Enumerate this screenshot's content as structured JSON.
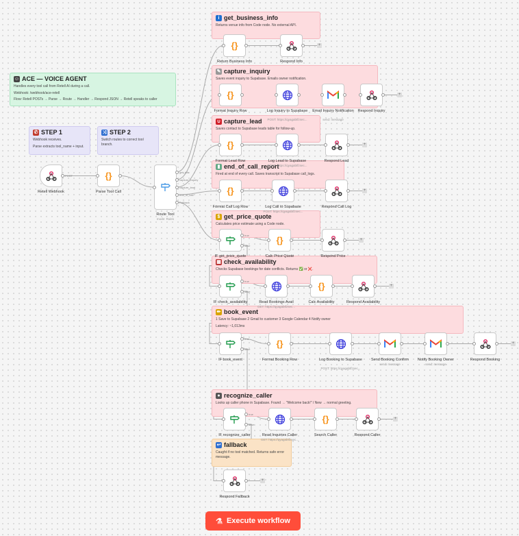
{
  "stickies": [
    {
      "id": "ace",
      "title": "ACE — VOICE AGENT",
      "icon": "robot-icon",
      "color": "green",
      "lines": [
        "Handles every tool call from Retell AI during a call.",
        "Webhook: /webhook/ace-retell",
        "Flow: Retell POSTs → Parse → Route → Handler → Respond JSON → Retell speaks to caller"
      ]
    },
    {
      "id": "step1",
      "title": "STEP 1",
      "icon": "phone-icon",
      "color": "lav",
      "lines": [
        "Webhook receives.",
        "Parse extracts tool_name + input."
      ]
    },
    {
      "id": "step2",
      "title": "STEP 2",
      "icon": "shuffle-icon",
      "color": "lav",
      "lines": [
        "Switch routes to correct tool branch."
      ]
    },
    {
      "id": "gbi",
      "title": "get_business_info",
      "icon": "info-icon",
      "color": "pink",
      "lines": [
        "Returns venue info from Code node. No external API."
      ]
    },
    {
      "id": "ci",
      "title": "capture_inquiry",
      "icon": "memo-icon",
      "color": "pink",
      "lines": [
        "Saves event inquiry to Supabase. Emails owner notification."
      ]
    },
    {
      "id": "cl",
      "title": "capture_lead",
      "icon": "magnet-icon",
      "color": "pink",
      "lines": [
        "Saves contact to Supabase leads table for follow-up."
      ]
    },
    {
      "id": "eoc",
      "title": "end_of_call_report",
      "icon": "chart-icon",
      "color": "pink",
      "lines": [
        "Fired at end of every call. Saves transcript to Supabase call_logs."
      ]
    },
    {
      "id": "gpq",
      "title": "get_price_quote",
      "icon": "money-bag-icon",
      "color": "pink",
      "lines": [
        "Calculates price estimate using a Code node."
      ]
    },
    {
      "id": "ca",
      "title": "check_availability",
      "icon": "calendar-icon",
      "color": "pink",
      "lines": [
        "Checks Supabase bookings for date conflicts. Returns ✅ or ❌."
      ]
    },
    {
      "id": "be",
      "title": "book_event",
      "icon": "pencil-icon",
      "color": "pink",
      "lines": [
        "1 Save to Supabase  2 Gmail to customer  3 Google Calendar  4 Notify owner",
        "Latency: ~1,013ms"
      ]
    },
    {
      "id": "rc",
      "title": "recognize_caller",
      "icon": "person-icon",
      "color": "pink",
      "lines": [
        "Looks up caller phone in Supabase. Found → \"Welcome back!\" / New → normal greeting."
      ]
    },
    {
      "id": "fb",
      "title": "fallback",
      "icon": "return-icon",
      "color": "orange",
      "lines": [
        "Caught if no tool matched. Returns safe error message."
      ]
    }
  ],
  "nodes": [
    {
      "id": "webhook",
      "label": "Retell Webhook",
      "type": "webhook"
    },
    {
      "id": "parse",
      "label": "Parse Tool Call",
      "type": "code"
    },
    {
      "id": "router",
      "label": "Route Tool",
      "sub": "mode: Rules",
      "type": "switch"
    },
    {
      "id": "rbi",
      "label": "Return Business Info",
      "type": "code"
    },
    {
      "id": "rinfo",
      "label": "Respond Info",
      "type": "respond"
    },
    {
      "id": "fir",
      "label": "Format Inquiry Row",
      "type": "code"
    },
    {
      "id": "lis",
      "label": "Log Inquiry to Supabase",
      "sub": "POST: https://qyagabtfzsec...",
      "type": "http"
    },
    {
      "id": "ein",
      "label": "Email Inquiry Notification",
      "sub": "send: message",
      "type": "gmail"
    },
    {
      "id": "rinq",
      "label": "Respond Inquiry",
      "type": "respond"
    },
    {
      "id": "flr",
      "label": "Format Lead Row",
      "type": "code"
    },
    {
      "id": "lls",
      "label": "Log Lead to Supabase",
      "sub": "POST: https://qyagabtfzsec...",
      "type": "http"
    },
    {
      "id": "rlead",
      "label": "Respond Lead",
      "type": "respond"
    },
    {
      "id": "fclr",
      "label": "Format Call Log Row",
      "type": "code"
    },
    {
      "id": "lcs",
      "label": "Log Call to Supabase",
      "sub": "POST: https://qyagabtfzsec...",
      "type": "http"
    },
    {
      "id": "rcl",
      "label": "Respond Call Log",
      "type": "respond"
    },
    {
      "id": "ifgpq",
      "label": "IF get_price_quote",
      "type": "if"
    },
    {
      "id": "cpq",
      "label": "Calc Price Quote",
      "type": "code"
    },
    {
      "id": "rprice",
      "label": "Respond Price",
      "type": "respond"
    },
    {
      "id": "ifca",
      "label": "IF check_availability",
      "type": "if"
    },
    {
      "id": "rba",
      "label": "Read Bookings Avail",
      "sub": "GET: https://qyagabtfzsec...",
      "type": "http"
    },
    {
      "id": "cavail",
      "label": "Calc Availability",
      "type": "code"
    },
    {
      "id": "ravail",
      "label": "Respond Availability",
      "type": "respond"
    },
    {
      "id": "ifbe",
      "label": "IF book_event",
      "type": "if"
    },
    {
      "id": "fbr",
      "label": "Format Booking Row",
      "type": "code"
    },
    {
      "id": "lbs",
      "label": "Log Booking to Supabase",
      "sub": "POST: https://qyagabtfzsec...",
      "type": "http"
    },
    {
      "id": "sbc",
      "label": "Send Booking Confirm",
      "sub": "send: message",
      "type": "gmail"
    },
    {
      "id": "nbo",
      "label": "Notify Booking Owner",
      "sub": "send: message",
      "type": "gmail"
    },
    {
      "id": "rbook",
      "label": "Respond Booking",
      "type": "respond"
    },
    {
      "id": "ifrc",
      "label": "IF recognize_caller",
      "type": "if"
    },
    {
      "id": "ric",
      "label": "Read Inquiries Caller",
      "sub": "GET: https://qyagabtfzsec...",
      "type": "http"
    },
    {
      "id": "sc",
      "label": "Search Caller",
      "type": "code"
    },
    {
      "id": "rcaller",
      "label": "Respond Caller",
      "type": "respond"
    },
    {
      "id": "rfb",
      "label": "Respond Fallback",
      "type": "respond"
    }
  ],
  "router_outputs": [
    "get_info",
    "capture_inquiry",
    "capture_lead",
    "end_of_call",
    "Fallback"
  ],
  "webhook_output": "POST",
  "if_outputs": [
    "true",
    "false"
  ],
  "execute_button": {
    "label": "Execute workflow",
    "icon": "flask-icon"
  },
  "colors": {
    "accent": "#ff4d3a",
    "sticky_pink": "#fddcdf",
    "sticky_green": "#d7f5e2",
    "sticky_lavender": "#e7e5f8",
    "sticky_orange": "#fbe3c6"
  }
}
